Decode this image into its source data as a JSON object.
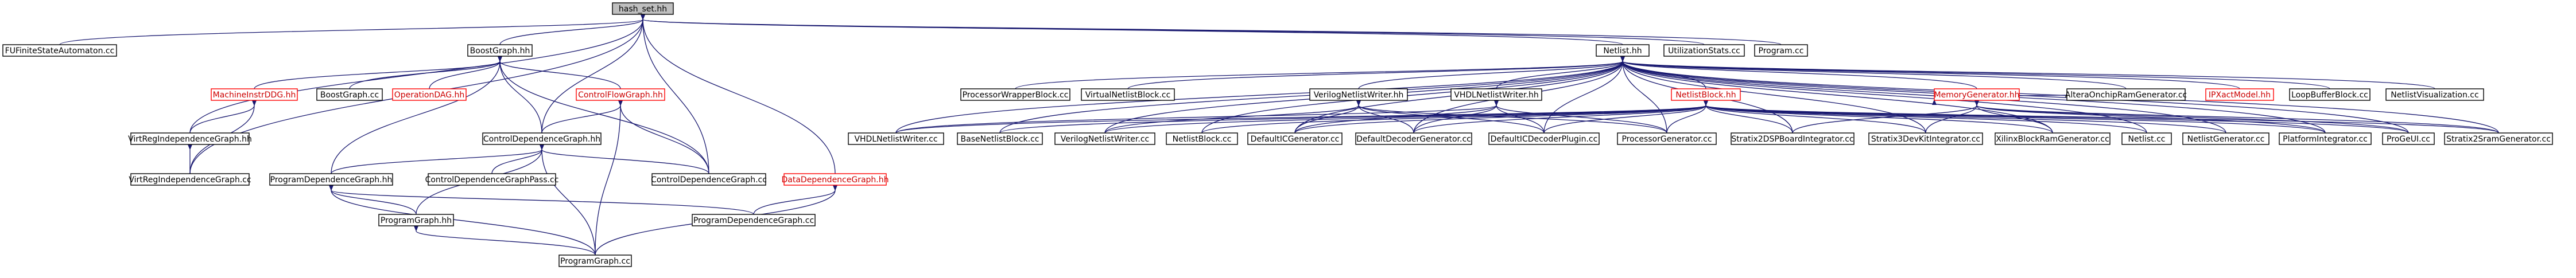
{
  "colors": {
    "edge": "#191970",
    "root_fill": "#bfbfbf",
    "red_border": "#ff0000",
    "border": "#000000"
  },
  "nodes": [
    {
      "id": "hash_set",
      "label": "hash_set.hh",
      "kind": "root"
    },
    {
      "id": "fuf",
      "label": "FUFiniteStateAutomaton.cc",
      "kind": "normal"
    },
    {
      "id": "boostgraph",
      "label": "BoostGraph.hh",
      "kind": "normal"
    },
    {
      "id": "netlist",
      "label": "Netlist.hh",
      "kind": "normal"
    },
    {
      "id": "utilstats",
      "label": "UtilizationStats.cc",
      "kind": "normal"
    },
    {
      "id": "program",
      "label": "Program.cc",
      "kind": "normal"
    },
    {
      "id": "midag",
      "label": "MachineInstrDDG.hh",
      "kind": "red"
    },
    {
      "id": "boostgraphcc",
      "label": "BoostGraph.cc",
      "kind": "normal"
    },
    {
      "id": "opdag",
      "label": "OperationDAG.hh",
      "kind": "red"
    },
    {
      "id": "cfg",
      "label": "ControlFlowGraph.hh",
      "kind": "red"
    },
    {
      "id": "vrig",
      "label": "VirtRegIndependenceGraph.hh",
      "kind": "normal"
    },
    {
      "id": "cdg",
      "label": "ControlDependenceGraph.hh",
      "kind": "normal"
    },
    {
      "id": "vrigcc",
      "label": "VirtRegIndependenceGraph.cc",
      "kind": "normal"
    },
    {
      "id": "pdg",
      "label": "ProgramDependenceGraph.hh",
      "kind": "normal"
    },
    {
      "id": "cdgpass",
      "label": "ControlDependenceGraphPass.cc",
      "kind": "normal"
    },
    {
      "id": "cdgcc",
      "label": "ControlDependenceGraph.cc",
      "kind": "normal"
    },
    {
      "id": "ddg",
      "label": "DataDependenceGraph.hh",
      "kind": "red"
    },
    {
      "id": "pg",
      "label": "ProgramGraph.hh",
      "kind": "normal"
    },
    {
      "id": "pdgcc",
      "label": "ProgramDependenceGraph.cc",
      "kind": "normal"
    },
    {
      "id": "pgcc",
      "label": "ProgramGraph.cc",
      "kind": "normal"
    },
    {
      "id": "pwb",
      "label": "ProcessorWrapperBlock.cc",
      "kind": "normal"
    },
    {
      "id": "vnb",
      "label": "VirtualNetlistBlock.cc",
      "kind": "normal"
    },
    {
      "id": "vlnw",
      "label": "VerilogNetlistWriter.hh",
      "kind": "normal"
    },
    {
      "id": "vhnw",
      "label": "VHDLNetlistWriter.hh",
      "kind": "normal"
    },
    {
      "id": "nb",
      "label": "NetlistBlock.hh",
      "kind": "red"
    },
    {
      "id": "mg",
      "label": "MemoryGenerator.hh",
      "kind": "red"
    },
    {
      "id": "aocrg",
      "label": "AlteraOnchipRamGenerator.cc",
      "kind": "normal"
    },
    {
      "id": "ipx",
      "label": "IPXactModel.hh",
      "kind": "red"
    },
    {
      "id": "lbb",
      "label": "LoopBufferBlock.cc",
      "kind": "normal"
    },
    {
      "id": "nv",
      "label": "NetlistVisualization.cc",
      "kind": "normal"
    },
    {
      "id": "vhnwcc",
      "label": "VHDLNetlistWriter.cc",
      "kind": "normal"
    },
    {
      "id": "bnb",
      "label": "BaseNetlistBlock.cc",
      "kind": "normal"
    },
    {
      "id": "vlnwcc",
      "label": "VerilogNetlistWriter.cc",
      "kind": "normal"
    },
    {
      "id": "nbcc",
      "label": "NetlistBlock.cc",
      "kind": "normal"
    },
    {
      "id": "dicg",
      "label": "DefaultICGenerator.cc",
      "kind": "normal"
    },
    {
      "id": "ddgen",
      "label": "DefaultDecoderGenerator.cc",
      "kind": "normal"
    },
    {
      "id": "dicdp",
      "label": "DefaultICDecoderPlugin.cc",
      "kind": "normal"
    },
    {
      "id": "pgen",
      "label": "ProcessorGenerator.cc",
      "kind": "normal"
    },
    {
      "id": "s2dsp",
      "label": "Stratix2DSPBoardIntegrator.cc",
      "kind": "normal"
    },
    {
      "id": "s3dk",
      "label": "Stratix3DevKitIntegrator.cc",
      "kind": "normal"
    },
    {
      "id": "xbrg",
      "label": "XilinxBlockRamGenerator.cc",
      "kind": "normal"
    },
    {
      "id": "netlistcc",
      "label": "Netlist.cc",
      "kind": "normal"
    },
    {
      "id": "ngen",
      "label": "NetlistGenerator.cc",
      "kind": "normal"
    },
    {
      "id": "pint",
      "label": "PlatformIntegrator.cc",
      "kind": "normal"
    },
    {
      "id": "progeui",
      "label": "ProGeUI.cc",
      "kind": "normal"
    },
    {
      "id": "s2sram",
      "label": "Stratix2SramGenerator.cc",
      "kind": "normal"
    }
  ]
}
